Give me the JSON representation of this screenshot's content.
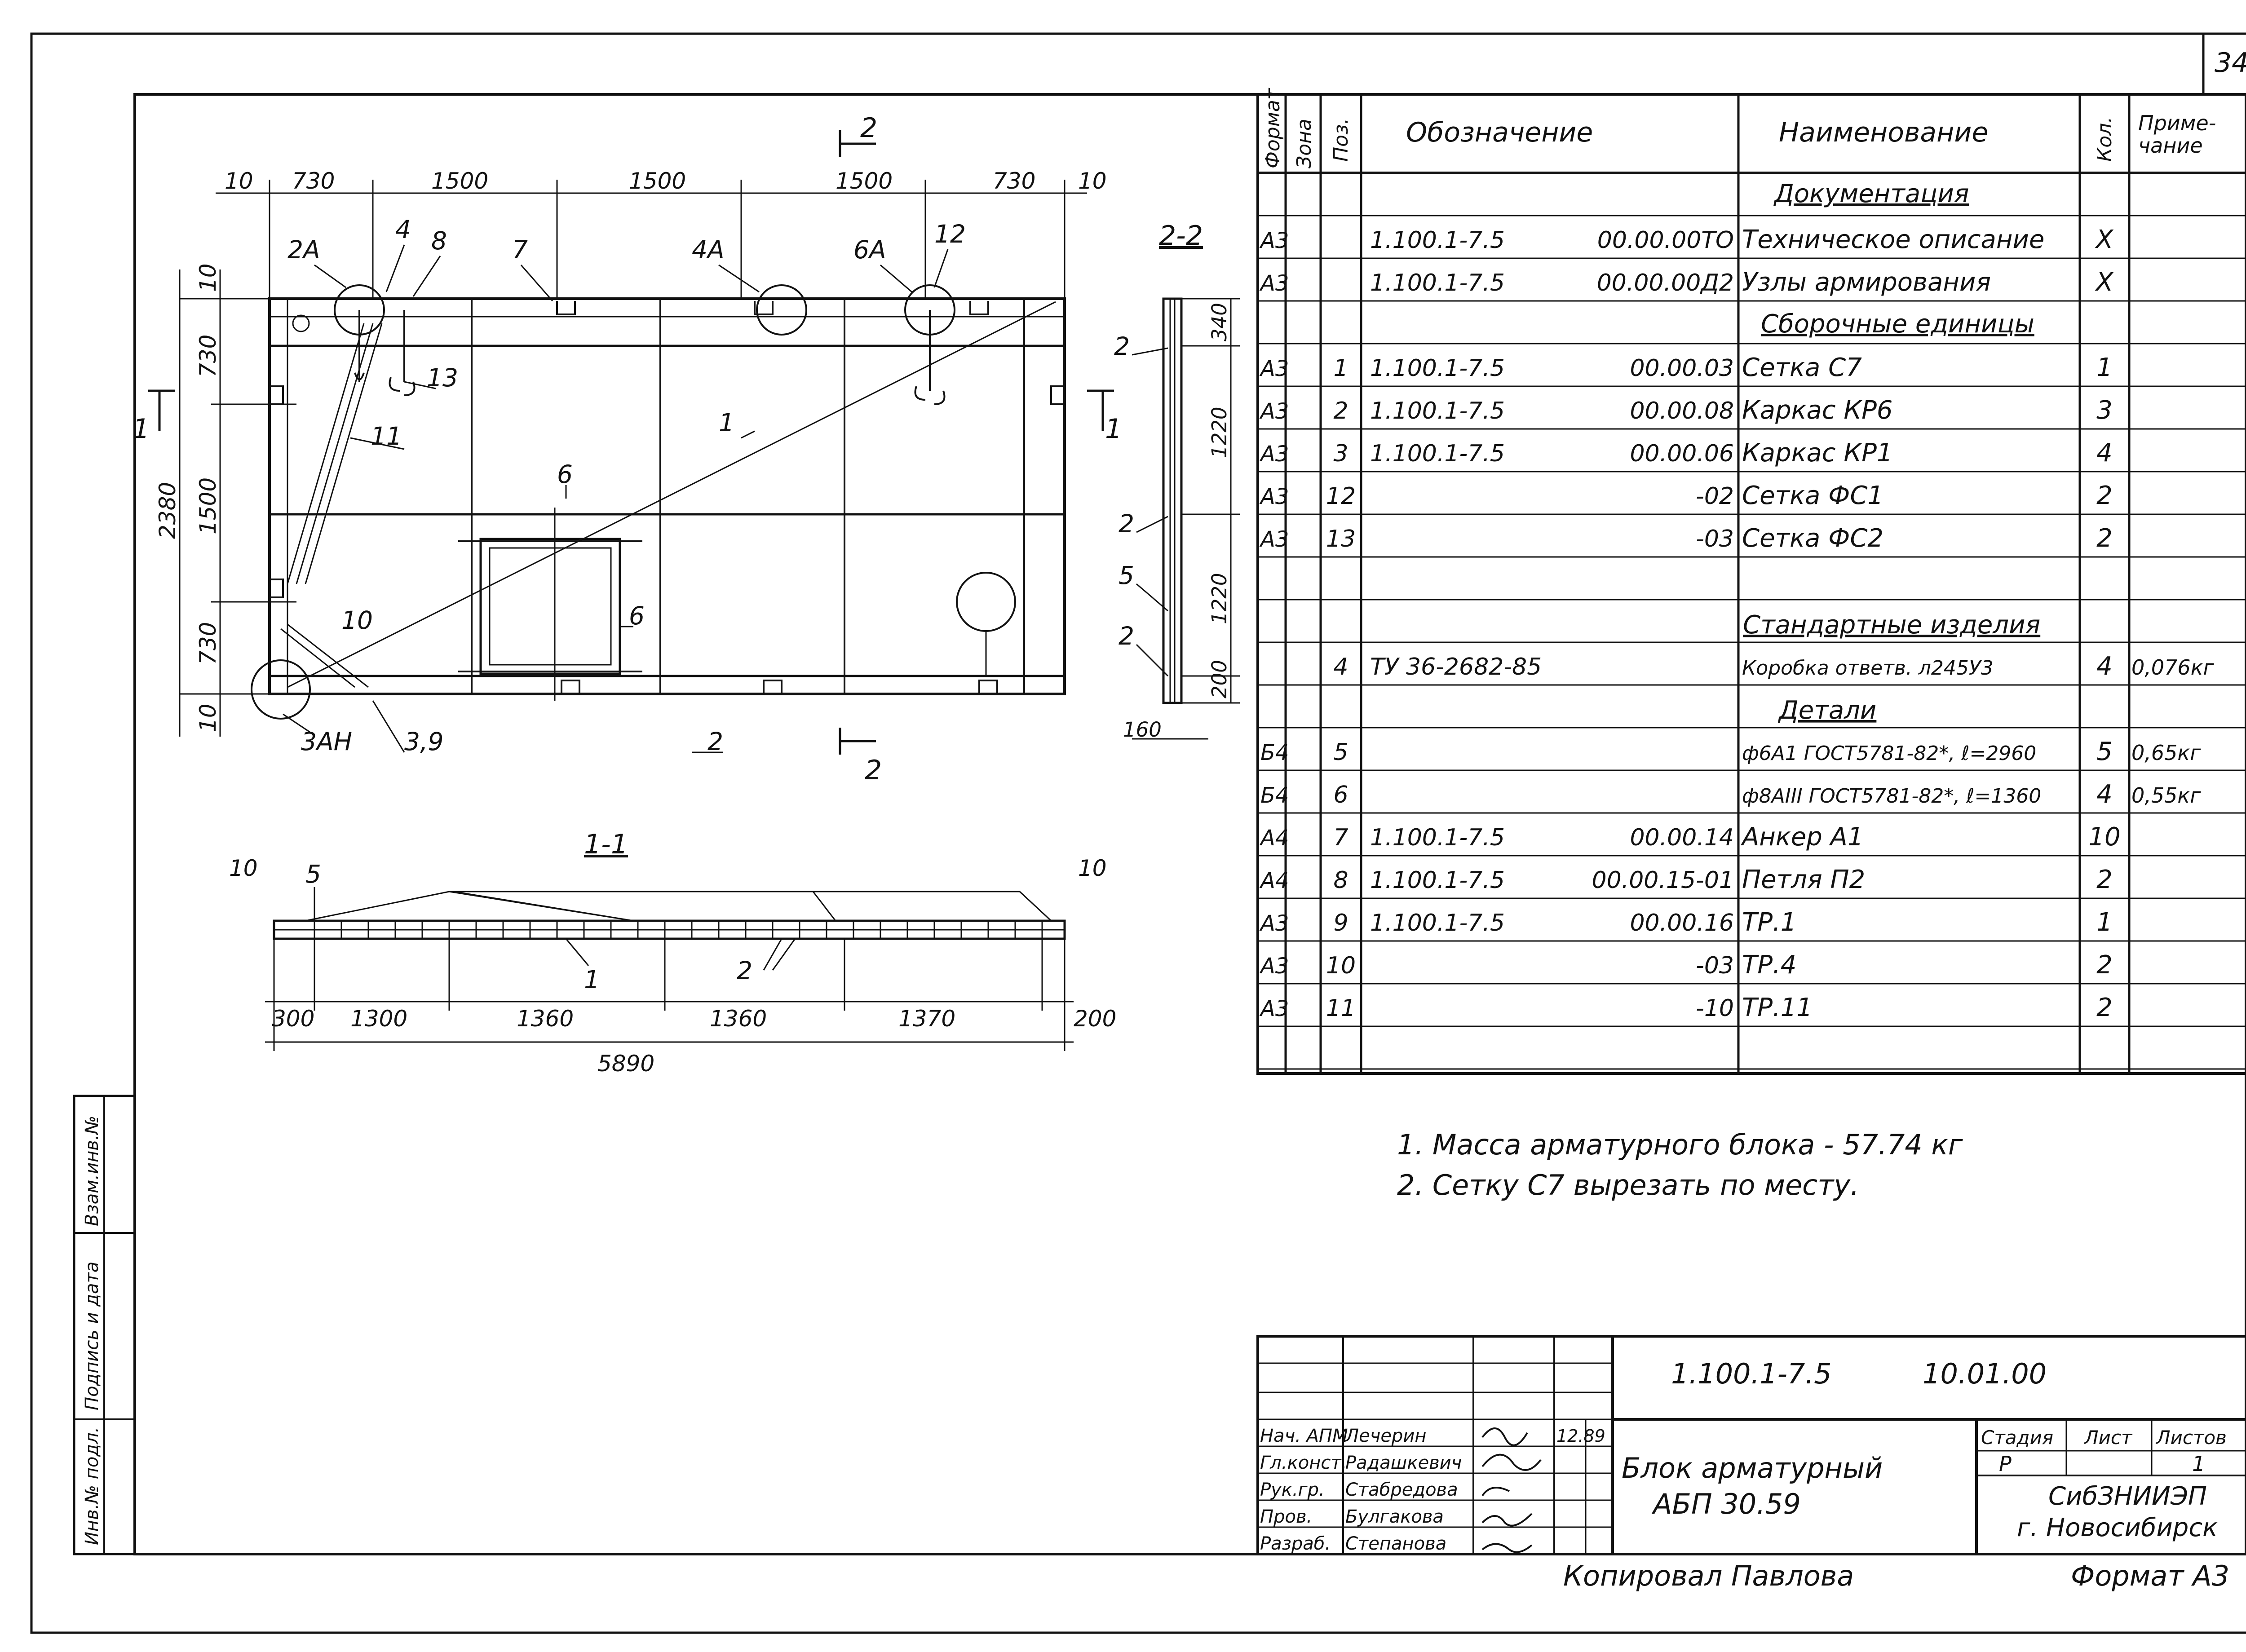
{
  "sheet_number": "34",
  "plan": {
    "top_dims": [
      "10",
      "730",
      "1500",
      "1500",
      "1500",
      "730",
      "10"
    ],
    "left_dims": [
      "10",
      "730",
      "1500",
      "730",
      "10"
    ],
    "overall_height": "2380",
    "labels": [
      "2А",
      "4",
      "8",
      "7",
      "4А",
      "6А",
      "12",
      "13",
      "11",
      "1",
      "6",
      "6",
      "10",
      "3АН",
      "3,9",
      "2"
    ],
    "section_mark_2": "2",
    "section_mark_1": "1"
  },
  "section_22": {
    "title": "2-2",
    "dims": [
      "340",
      "1220",
      "1220",
      "200"
    ],
    "width": "160",
    "labels": [
      "2",
      "2",
      "5",
      "2"
    ]
  },
  "section_11": {
    "title": "1-1",
    "dims": [
      "300",
      "1300",
      "1360",
      "1360",
      "1370",
      "200"
    ],
    "overall": "5890",
    "end_dims": [
      "10",
      "10"
    ],
    "labels": [
      "5",
      "1",
      "2"
    ]
  },
  "spec_table": {
    "headers": [
      "Формат",
      "Зона",
      "Поз.",
      "Обозначение",
      "Наименование",
      "Кол.",
      "Приме-\nчание"
    ],
    "sections": {
      "documentation": "Документация",
      "assembly": "Сборочные единицы",
      "standard": "Стандартные изделия",
      "details": "Детали"
    },
    "rows": [
      {
        "fmt": "А3",
        "pos": "",
        "code": "1.100.1-7.5",
        "code2": "00.00.00ТО",
        "name": "Техническое описание",
        "qty": "X",
        "note": ""
      },
      {
        "fmt": "А3",
        "pos": "",
        "code": "1.100.1-7.5",
        "code2": "00.00.00Д2",
        "name": "Узлы армирования",
        "qty": "X",
        "note": ""
      },
      {
        "fmt": "А3",
        "pos": "1",
        "code": "1.100.1-7.5",
        "code2": "00.00.03",
        "name": "Сетка С7",
        "qty": "1",
        "note": ""
      },
      {
        "fmt": "А3",
        "pos": "2",
        "code": "1.100.1-7.5",
        "code2": "00.00.08",
        "name": "Каркас КР6",
        "qty": "3",
        "note": ""
      },
      {
        "fmt": "А3",
        "pos": "3",
        "code": "1.100.1-7.5",
        "code2": "00.00.06",
        "name": "Каркас КР1",
        "qty": "4",
        "note": ""
      },
      {
        "fmt": "А3",
        "pos": "12",
        "code": "",
        "code2": "-02",
        "name": "Сетка ФС1",
        "qty": "2",
        "note": ""
      },
      {
        "fmt": "А3",
        "pos": "13",
        "code": "",
        "code2": "-03",
        "name": "Сетка ФС2",
        "qty": "2",
        "note": ""
      },
      {
        "fmt": "",
        "pos": "4",
        "code": "ТУ 36-2682-85",
        "code2": "",
        "name": "Коробка ответв. л245У3",
        "qty": "4",
        "note": "0,076кг"
      },
      {
        "fmt": "Б4",
        "pos": "5",
        "code": "",
        "code2": "",
        "name": "ф6А1 ГОСТ5781-82*, ℓ=2960",
        "qty": "5",
        "note": "0,65кг"
      },
      {
        "fmt": "Б4",
        "pos": "6",
        "code": "",
        "code2": "",
        "name": "ф8АIII ГОСТ5781-82*, ℓ=1360",
        "qty": "4",
        "note": "0,55кг"
      },
      {
        "fmt": "А4",
        "pos": "7",
        "code": "1.100.1-7.5",
        "code2": "00.00.14",
        "name": "Анкер А1",
        "qty": "10",
        "note": ""
      },
      {
        "fmt": "А4",
        "pos": "8",
        "code": "1.100.1-7.5",
        "code2": "00.00.15-01",
        "name": "Петля П2",
        "qty": "2",
        "note": ""
      },
      {
        "fmt": "А3",
        "pos": "9",
        "code": "1.100.1-7.5",
        "code2": "00.00.16",
        "name": "ТР.1",
        "qty": "1",
        "note": ""
      },
      {
        "fmt": "А3",
        "pos": "10",
        "code": "",
        "code2": "-03",
        "name": "ТР.4",
        "qty": "2",
        "note": ""
      },
      {
        "fmt": "А3",
        "pos": "11",
        "code": "",
        "code2": "-10",
        "name": "ТР.11",
        "qty": "2",
        "note": ""
      }
    ]
  },
  "notes": [
    "1. Масса арматурного блока - 57.74 кг",
    "2. Сетку С7 вырезать по месту."
  ],
  "side_stamp": [
    "Инв.№ подл.",
    "Подпись и дата",
    "Взам.инв.№"
  ],
  "title_block": {
    "code": "1.100.1-7.5",
    "code2": "10.01.00",
    "title_line1": "Блок арматурный",
    "title_line2": "АБП 30.59",
    "stage_label": "Стадия",
    "sheet_label": "Лист",
    "sheets_label": "Листов",
    "stage": "Р",
    "sheets": "1",
    "org_line1": "СибЗНИИЭП",
    "org_line2": "г. Новосибирск",
    "date": "12.89",
    "roles": [
      "Нач. АПМ",
      "Гл.конст.",
      "Рук.гр.",
      "Пров.",
      "Разраб."
    ],
    "names": [
      "Лечерин",
      "Радашкевич",
      "Стабредова",
      "Булгакова",
      "Степанова"
    ]
  },
  "copied": "Копировал Павлова",
  "format": "Формат А3"
}
